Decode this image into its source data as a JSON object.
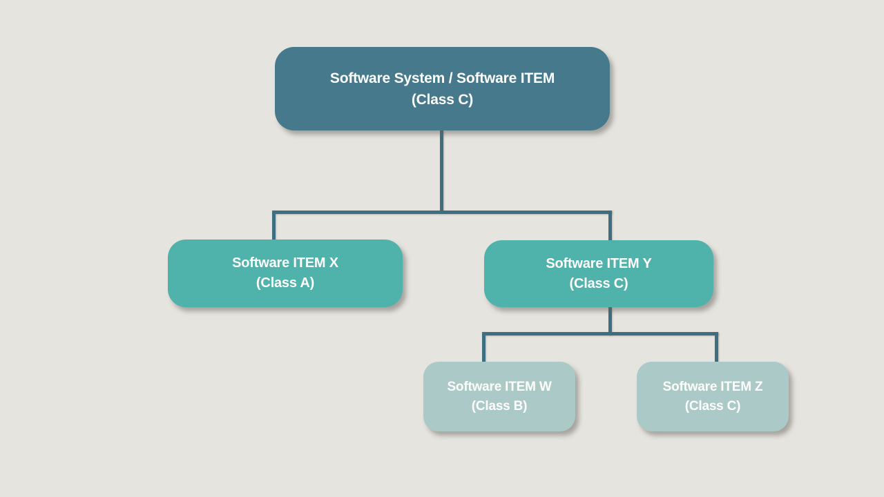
{
  "page": {
    "background_color": "#E6E4DF"
  },
  "diagram": {
    "type": "hierarchy",
    "line_color": "#3E6E82",
    "text_color": "#FFFFFF",
    "nodes": [
      {
        "id": "software-system",
        "title": "Software System / Software ITEM",
        "subtitle": "(Class C)",
        "fill": "#46798B",
        "level": 1
      },
      {
        "id": "software-item-x",
        "title": "Software ITEM X",
        "subtitle": "(Class A)",
        "fill": "#4FB3AB",
        "level": 2
      },
      {
        "id": "software-item-y",
        "title": "Software ITEM Y",
        "subtitle": "(Class C)",
        "fill": "#4FB3AB",
        "level": 2
      },
      {
        "id": "software-item-w",
        "title": "Software ITEM W",
        "subtitle": "(Class B)",
        "fill": "#ABCAC7",
        "level": 3
      },
      {
        "id": "software-item-z",
        "title": "Software ITEM Z",
        "subtitle": "(Class C)",
        "fill": "#ABCAC7",
        "level": 3
      }
    ],
    "edges": [
      {
        "from": "software-system",
        "to": "software-item-x"
      },
      {
        "from": "software-system",
        "to": "software-item-y"
      },
      {
        "from": "software-item-y",
        "to": "software-item-w"
      },
      {
        "from": "software-item-y",
        "to": "software-item-z"
      }
    ]
  }
}
